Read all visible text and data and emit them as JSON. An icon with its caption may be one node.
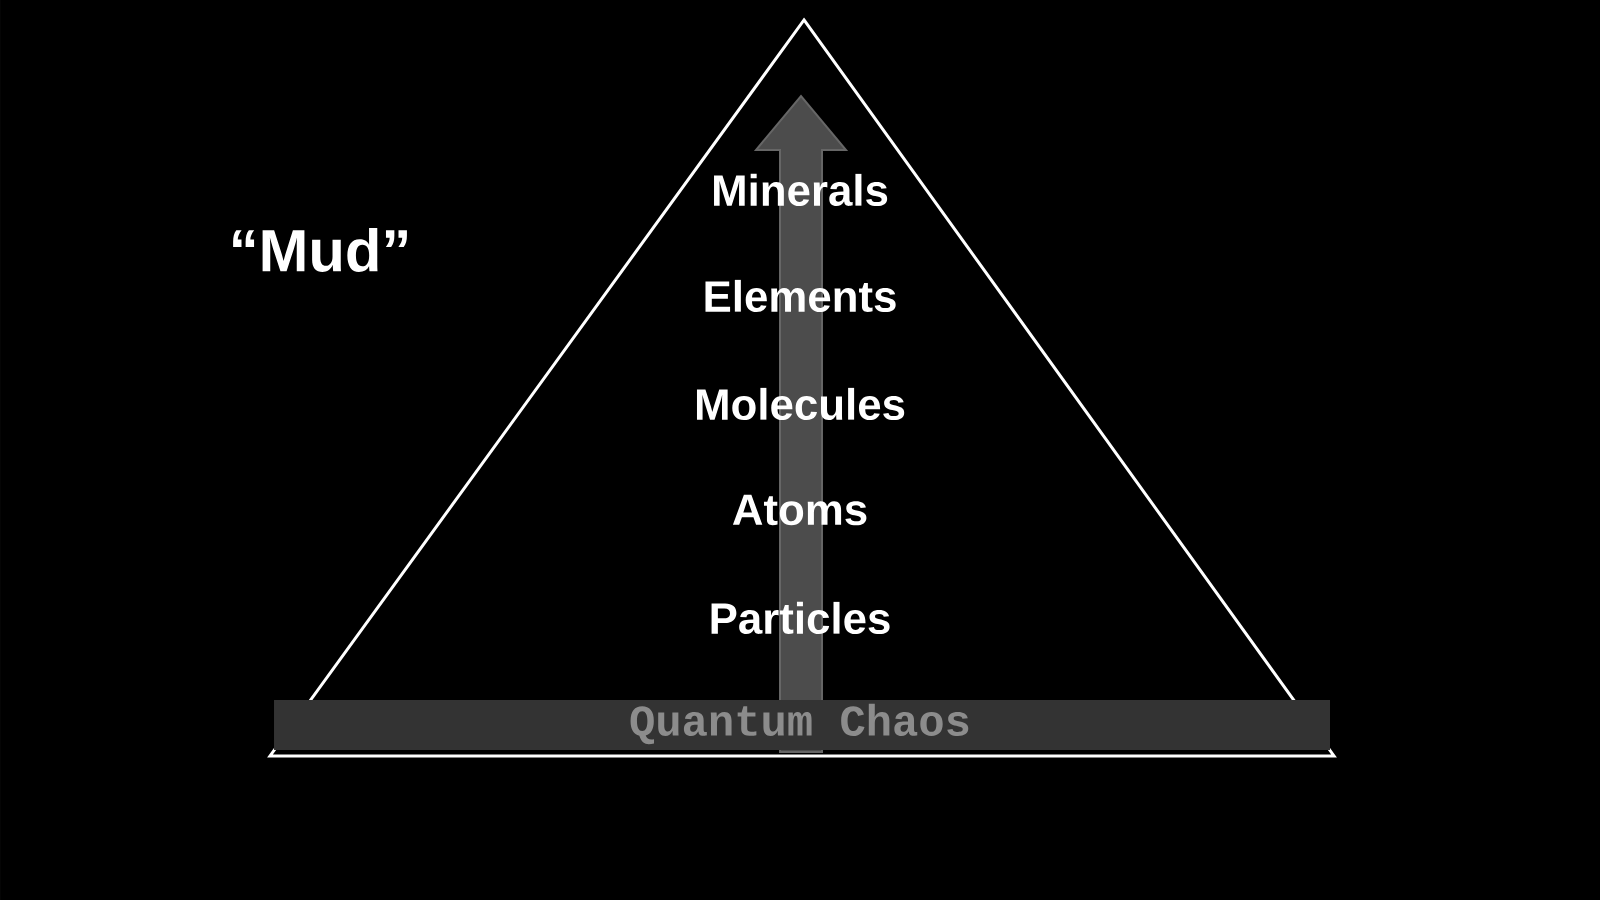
{
  "diagram": {
    "nodes": [
      {
        "text": [
          "Minerals",
          "Elements",
          "Molecules",
          "Atoms",
          "Particles",
          "Quantum Chaos"
        ]
      }
    ],
    "labels": [
      "“Mud”"
    ]
  }
}
